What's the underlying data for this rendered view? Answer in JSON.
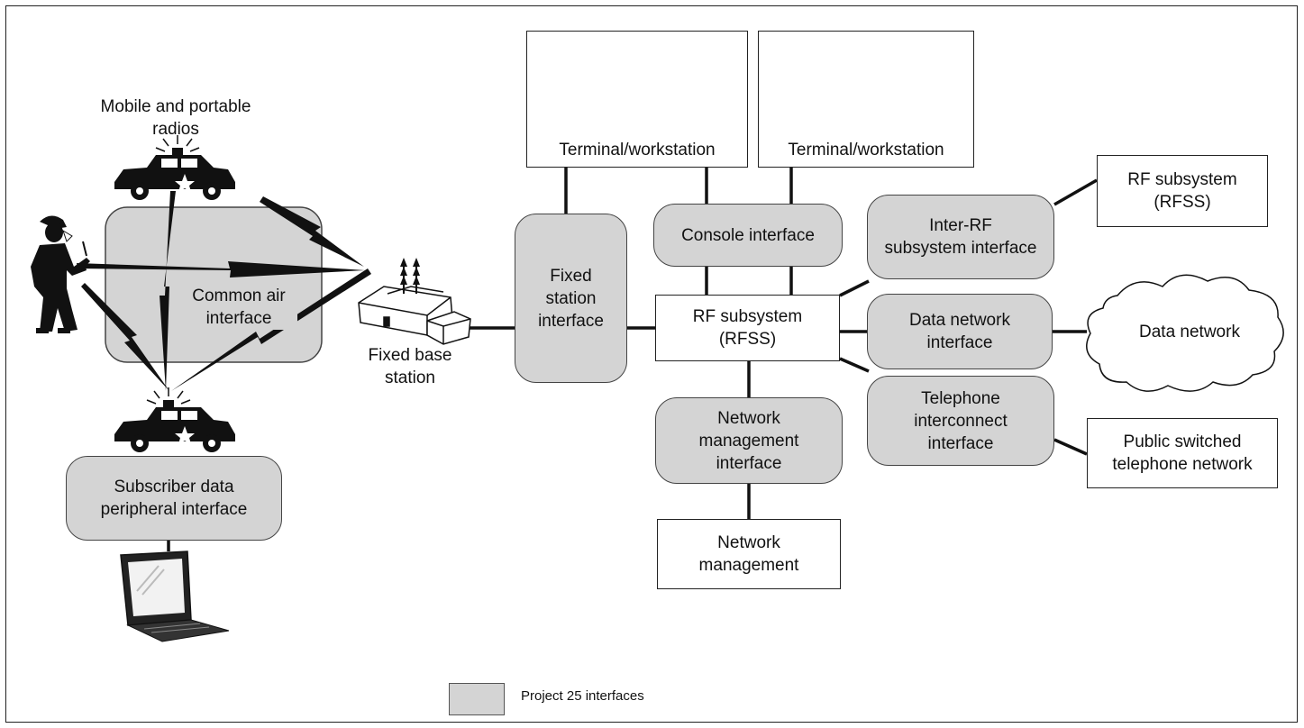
{
  "labels": {
    "mobile_radios": "Mobile and portable\nradios",
    "fixed_base_station": "Fixed base\nstation",
    "terminal_1": "Terminal/workstation",
    "terminal_2": "Terminal/workstation",
    "rfss_remote": "RF subsystem\n(RFSS)",
    "rfss_center": "RF subsystem\n(RFSS)",
    "data_network": "Data network",
    "pstn": "Public switched\ntelephone network",
    "network_management": "Network\nmanagement"
  },
  "interfaces": {
    "common_air": "Common air\ninterface",
    "subscriber_data": "Subscriber data\nperipheral interface",
    "fixed_station": "Fixed\nstation\ninterface",
    "console": "Console interface",
    "inter_rf": "Inter-RF\nsubsystem interface",
    "data_network": "Data network\ninterface",
    "telephone": "Telephone\ninterconnect\ninterface",
    "network_management": "Network\nmanagement\ninterface"
  },
  "legend": {
    "label": "Project 25 interfaces",
    "swatch_color": "#d4d4d4"
  },
  "icons": [
    "police-car-icon",
    "firefighter-icon",
    "base-station-icon",
    "workstation-icon",
    "laptop-icon",
    "cloud-icon",
    "lightning-link-icon"
  ]
}
